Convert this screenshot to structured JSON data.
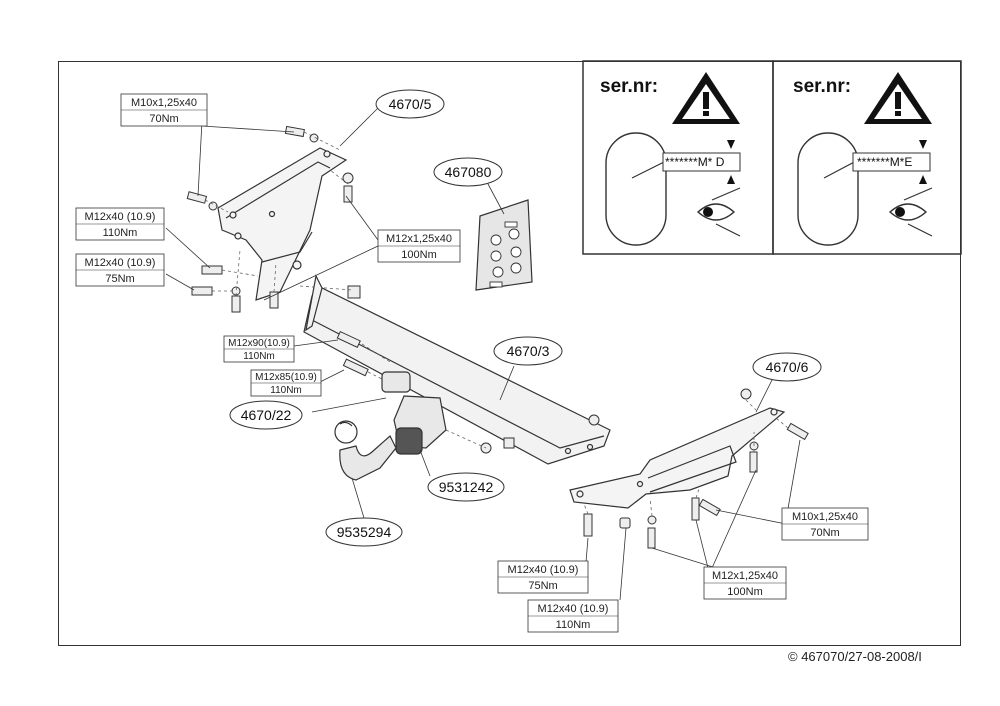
{
  "serial_panels": [
    {
      "title": "ser.nr:",
      "code": "*******M* D"
    },
    {
      "title": "ser.nr:",
      "code": "*******M*E"
    }
  ],
  "part_numbers": {
    "bracket_left": "4670/5",
    "bolt_kit": "467080",
    "crossbar": "4670/3",
    "bracket_right": "4670/6",
    "ball_holder": "4670/22",
    "clamp": "9531242",
    "towball": "9535294"
  },
  "specs": {
    "m10_top": {
      "size": "M10x1,25x40",
      "torque": "70Nm"
    },
    "m12_110_left": {
      "size": "M12x40 (10.9)",
      "torque": "110Nm"
    },
    "m12_75_left": {
      "size": "M12x40 (10.9)",
      "torque": "75Nm"
    },
    "m12_fine_left": {
      "size": "M12x1,25x40",
      "torque": "100Nm"
    },
    "m12x90": {
      "size": "M12x90(10.9)",
      "torque": "110Nm"
    },
    "m12x85": {
      "size": "M12x85(10.9)",
      "torque": "110Nm"
    },
    "m10_right": {
      "size": "M10x1,25x40",
      "torque": "70Nm"
    },
    "m12_fine_right": {
      "size": "M12x1,25x40",
      "torque": "100Nm"
    },
    "m12_75_bottom": {
      "size": "M12x40 (10.9)",
      "torque": "75Nm"
    },
    "m12_110_bottom": {
      "size": "M12x40 (10.9)",
      "torque": "110Nm"
    }
  },
  "copyright": "© 467070/27-08-2008/I"
}
